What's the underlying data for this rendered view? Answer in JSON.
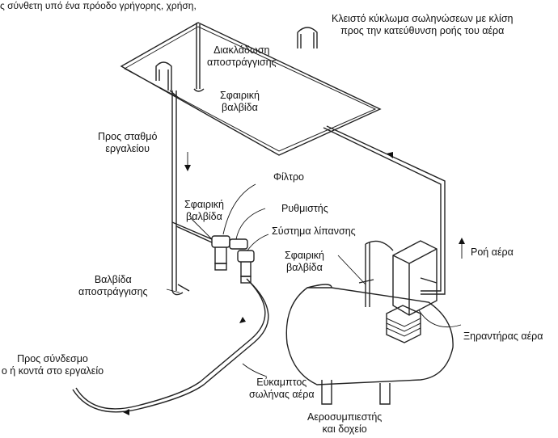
{
  "caption_top": "ς σύνθετη υπό ένα πρόοδο γρήγορης, χρήση,",
  "labels": {
    "closed_loop": [
      "Κλειστό κύκλωμα σωληνώσεων με κλίση",
      "προς την κατεύθυνση ροής του αέρα"
    ],
    "drain_branch": [
      "Διακλάδωση",
      "αποστράγγισης"
    ],
    "ball_valve_top": [
      "Σφαιρική",
      "βαλβίδα"
    ],
    "to_tool_station": [
      "Προς σταθμό",
      "εργαλείου"
    ],
    "filter": "Φίλτρο",
    "ball_valve_mid": [
      "Σφαιρική",
      "βαλβίδα"
    ],
    "regulator": "Ρυθμιστής",
    "lubricator": "Σύστημα λίπανσης",
    "air_flow": "Ροή αέρα",
    "ball_valve_right": [
      "Σφαιρική",
      "βαλβίδα"
    ],
    "drain_valve": [
      "Βαλβίδα",
      "αποστράγγισης"
    ],
    "dryer": "Ξηραντήρας αέρα",
    "to_connection": [
      "Προς σύνδεσμο",
      "ο ή κοντά στο εργαλείο"
    ],
    "flexible_hose": [
      "Εύκαμπτος",
      "σωλήνας αέρα"
    ],
    "compressor": [
      "Αεροσυμπιεστής",
      "και δοχείο"
    ]
  }
}
